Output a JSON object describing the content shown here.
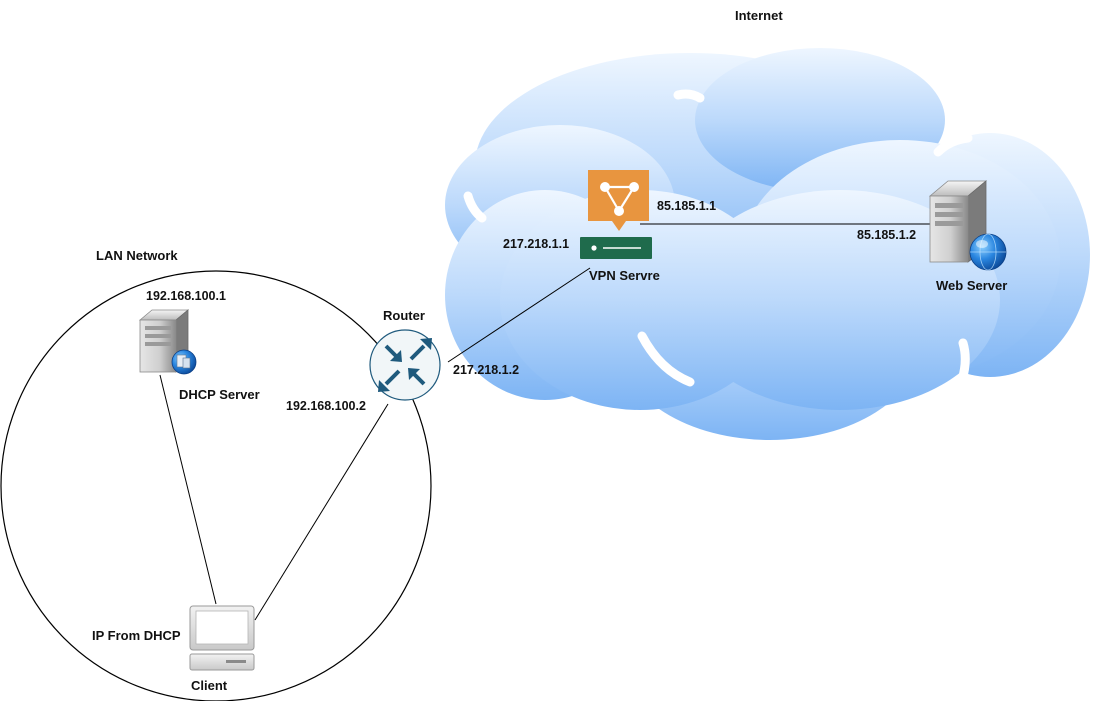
{
  "regions": {
    "internet": {
      "label": "Internet"
    },
    "lan": {
      "label": "LAN Network"
    }
  },
  "nodes": {
    "vpn_server": {
      "label": "VPN Servre",
      "ip_left": "217.218.1.1",
      "ip_right": "85.185.1.1",
      "icon": "vpn-gateway-icon"
    },
    "web_server": {
      "label": "Web Server",
      "ip": "85.185.1.2",
      "icon": "web-server-icon"
    },
    "router": {
      "label": "Router",
      "ip_lan": "192.168.100.2",
      "ip_wan": "217.218.1.2",
      "icon": "router-icon"
    },
    "dhcp_server": {
      "label": "DHCP Server",
      "ip": "192.168.100.1",
      "icon": "dhcp-server-icon"
    },
    "client": {
      "label": "Client",
      "ip_note": "IP From DHCP",
      "icon": "desktop-computer-icon"
    }
  },
  "links": [
    {
      "from": "VPN Servre",
      "to": "Web Server"
    },
    {
      "from": "Router",
      "to": "VPN Servre"
    },
    {
      "from": "Router",
      "to": "Client"
    },
    {
      "from": "DHCP Server",
      "to": "Client"
    }
  ],
  "colors": {
    "cloud_top": "#eaf4ff",
    "cloud_bottom": "#7fb6f5",
    "vpn_orange": "#e8953f",
    "vpn_green": "#1f6b4c",
    "router_blue": "#1f5a7d",
    "router_bg": "#f1f6f8",
    "globe_blue": "#1c6fd1"
  }
}
